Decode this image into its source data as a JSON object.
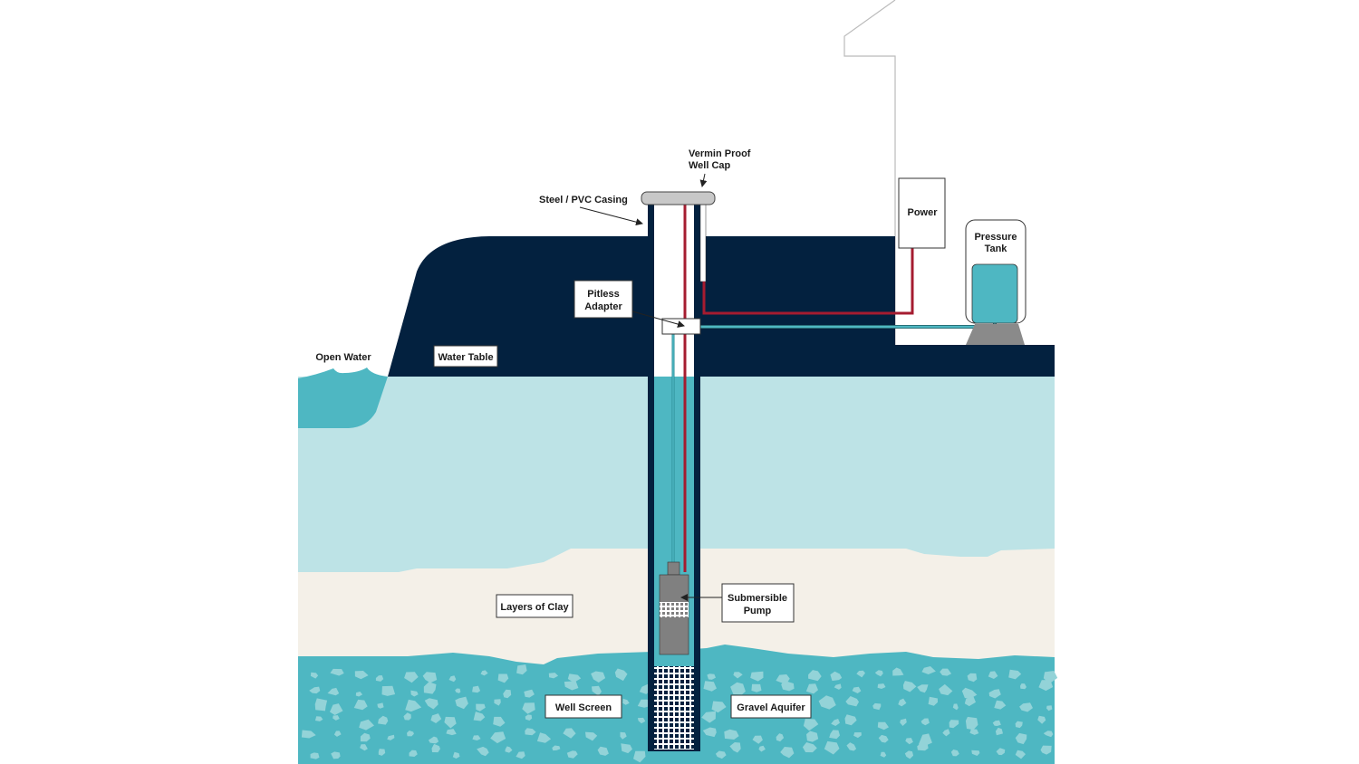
{
  "title": "Private Well System Diagram",
  "colors": {
    "ground": "#03213f",
    "aquifer_light": "#bde3e6",
    "clay": "#f4f0e8",
    "gravel": "#4eb7c2",
    "gravel_stone": "#93d3d8",
    "open_water": "#4eb7c2",
    "water_in_casing": "#4eb7c2",
    "power_line": "#a51c30",
    "water_line": "#4eb7c2",
    "pump": "#808080",
    "cap": "#c8c8c8"
  },
  "labels": {
    "vermin_cap_line1": "Vermin Proof",
    "vermin_cap_line2": "Well Cap",
    "casing": "Steel / PVC Casing",
    "pitless_line1": "Pitless",
    "pitless_line2": "Adapter",
    "power": "Power",
    "pressure_tank_line1": "Pressure",
    "pressure_tank_line2": "Tank",
    "open_water": "Open Water",
    "water_table": "Water Table",
    "layers_of_clay": "Layers of Clay",
    "submersible_line1": "Submersible",
    "submersible_line2": "Pump",
    "well_screen": "Well Screen",
    "gravel_aquifer": "Gravel Aquifer"
  }
}
